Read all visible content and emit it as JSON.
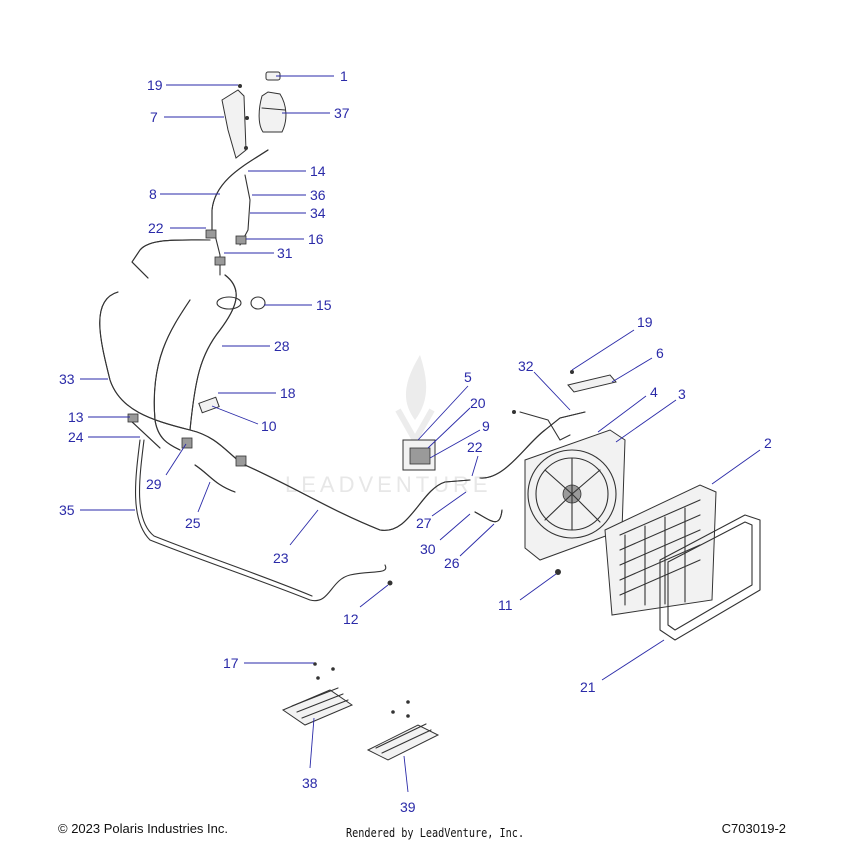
{
  "watermark": {
    "text": "LEADVENTURE"
  },
  "footer": {
    "copyright": "© 2023 Polaris Industries Inc.",
    "rendered_by": "Rendered by LeadVenture, Inc.",
    "diagram_code": "C703019-2"
  },
  "callouts": {
    "c1": "1",
    "c2": "2",
    "c3": "3",
    "c4": "4",
    "c5": "5",
    "c6": "6",
    "c7": "7",
    "c8": "8",
    "c9": "9",
    "c10": "10",
    "c11": "11",
    "c12": "12",
    "c13": "13",
    "c14": "14",
    "c15": "15",
    "c16": "16",
    "c17": "17",
    "c18": "18",
    "c19a": "19",
    "c19b": "19",
    "c20": "20",
    "c21": "21",
    "c22a": "22",
    "c22b": "22",
    "c23": "23",
    "c24": "24",
    "c25": "25",
    "c26": "26",
    "c27": "27",
    "c28": "28",
    "c29": "29",
    "c30": "30",
    "c31": "31",
    "c32": "32",
    "c33": "33",
    "c34": "34",
    "c35": "35",
    "c36": "36",
    "c37": "37",
    "c38": "38",
    "c39": "39"
  },
  "colors": {
    "callout": "#2a2aa8",
    "line_art": "#333333",
    "watermark": "#e7e7e7"
  }
}
